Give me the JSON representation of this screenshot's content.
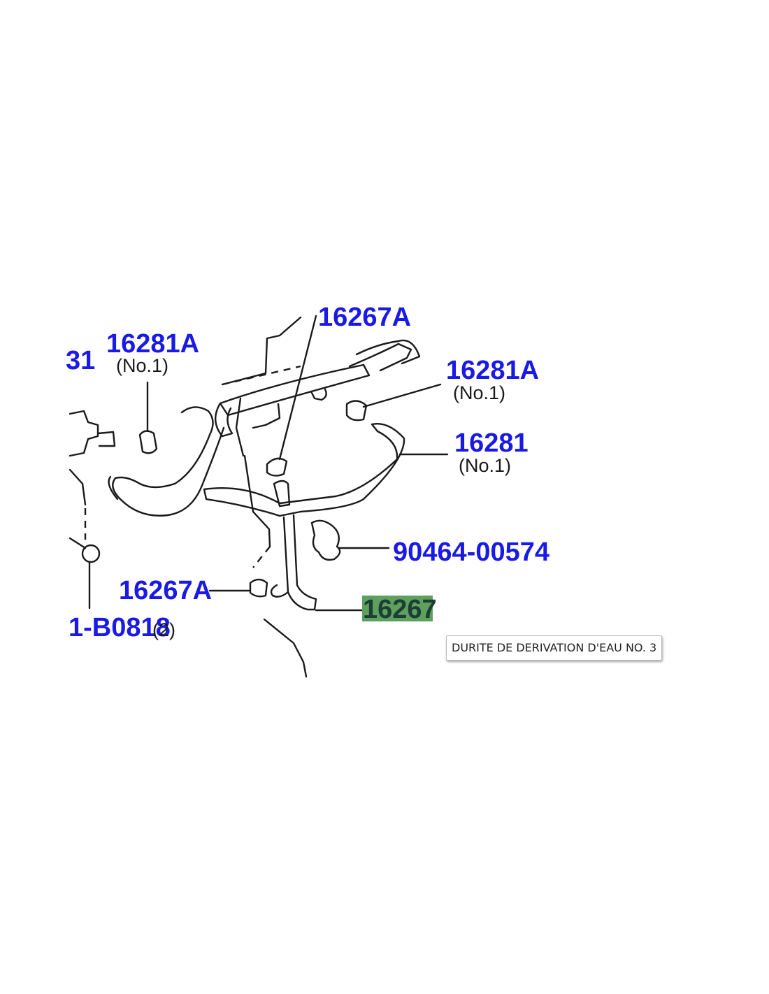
{
  "diagram": {
    "labels": {
      "top_partial": "16267A",
      "left_partial": "31",
      "clamp_a_left": "16281A",
      "clamp_a_left_sub": "(No.1)",
      "clamp_a_right": "16281A",
      "clamp_a_right_sub": "(No.1)",
      "hose_16281": "16281",
      "hose_16281_sub": "(No.1)",
      "clip_90464": "90464-00574",
      "clamp_16267a": "16267A",
      "bolt_partial": "1-B0818",
      "bolt_qty": "(2)",
      "hose_16267": "16267"
    },
    "highlight_color": "#5fa05f",
    "label_color": "#1a1ae6"
  },
  "tooltip": {
    "text": "DURITE DE DERIVATION D'EAU NO. 3"
  }
}
